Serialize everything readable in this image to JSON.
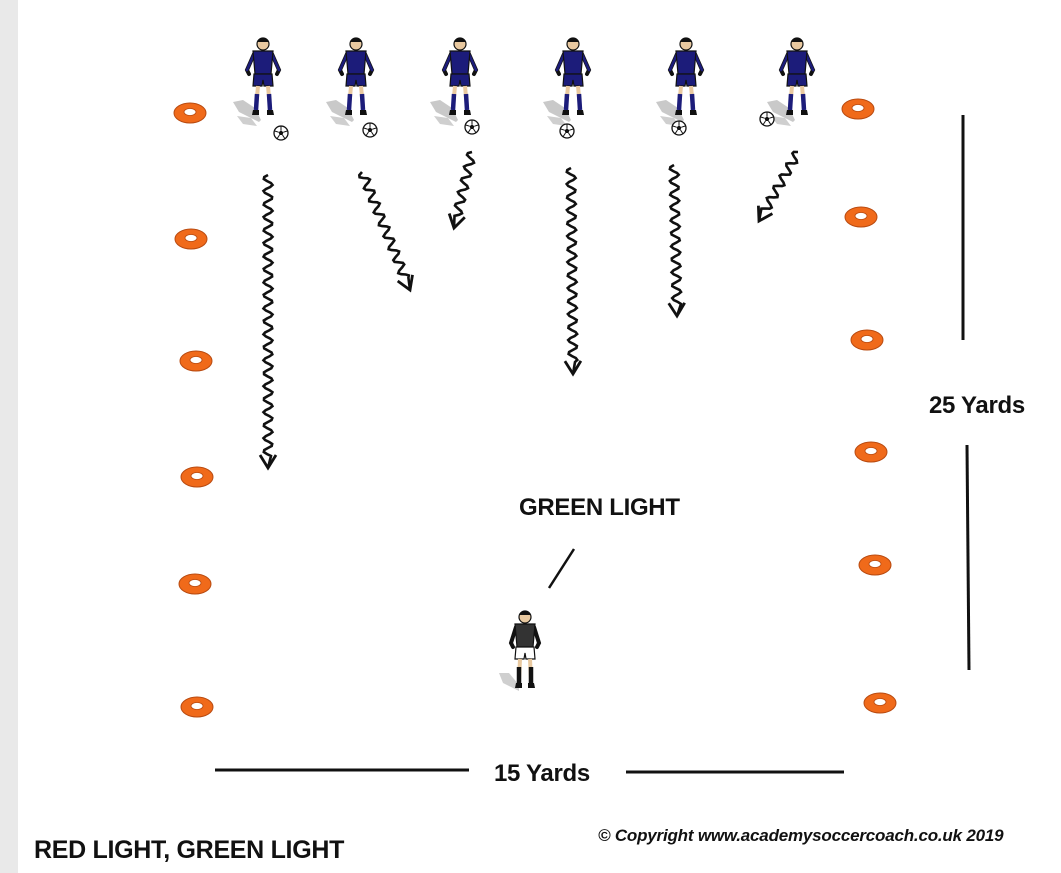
{
  "title": "RED LIGHT, GREEN LIGHT",
  "green_light_label": "GREEN LIGHT",
  "length_label": "25 Yards",
  "width_label": "15 Yards",
  "copyright": "© Copyright www.academysoccercoach.co.uk 2019",
  "colors": {
    "cone": "#f06a1a",
    "player_kit": "#1c1c7a",
    "coach_shirt": "#333333",
    "line": "#111111"
  },
  "cones": {
    "left_count": 6,
    "right_count": 6
  },
  "players": {
    "count": 6,
    "with_ball": true
  },
  "coach": {
    "count": 1
  },
  "dribble_arrows": 6
}
